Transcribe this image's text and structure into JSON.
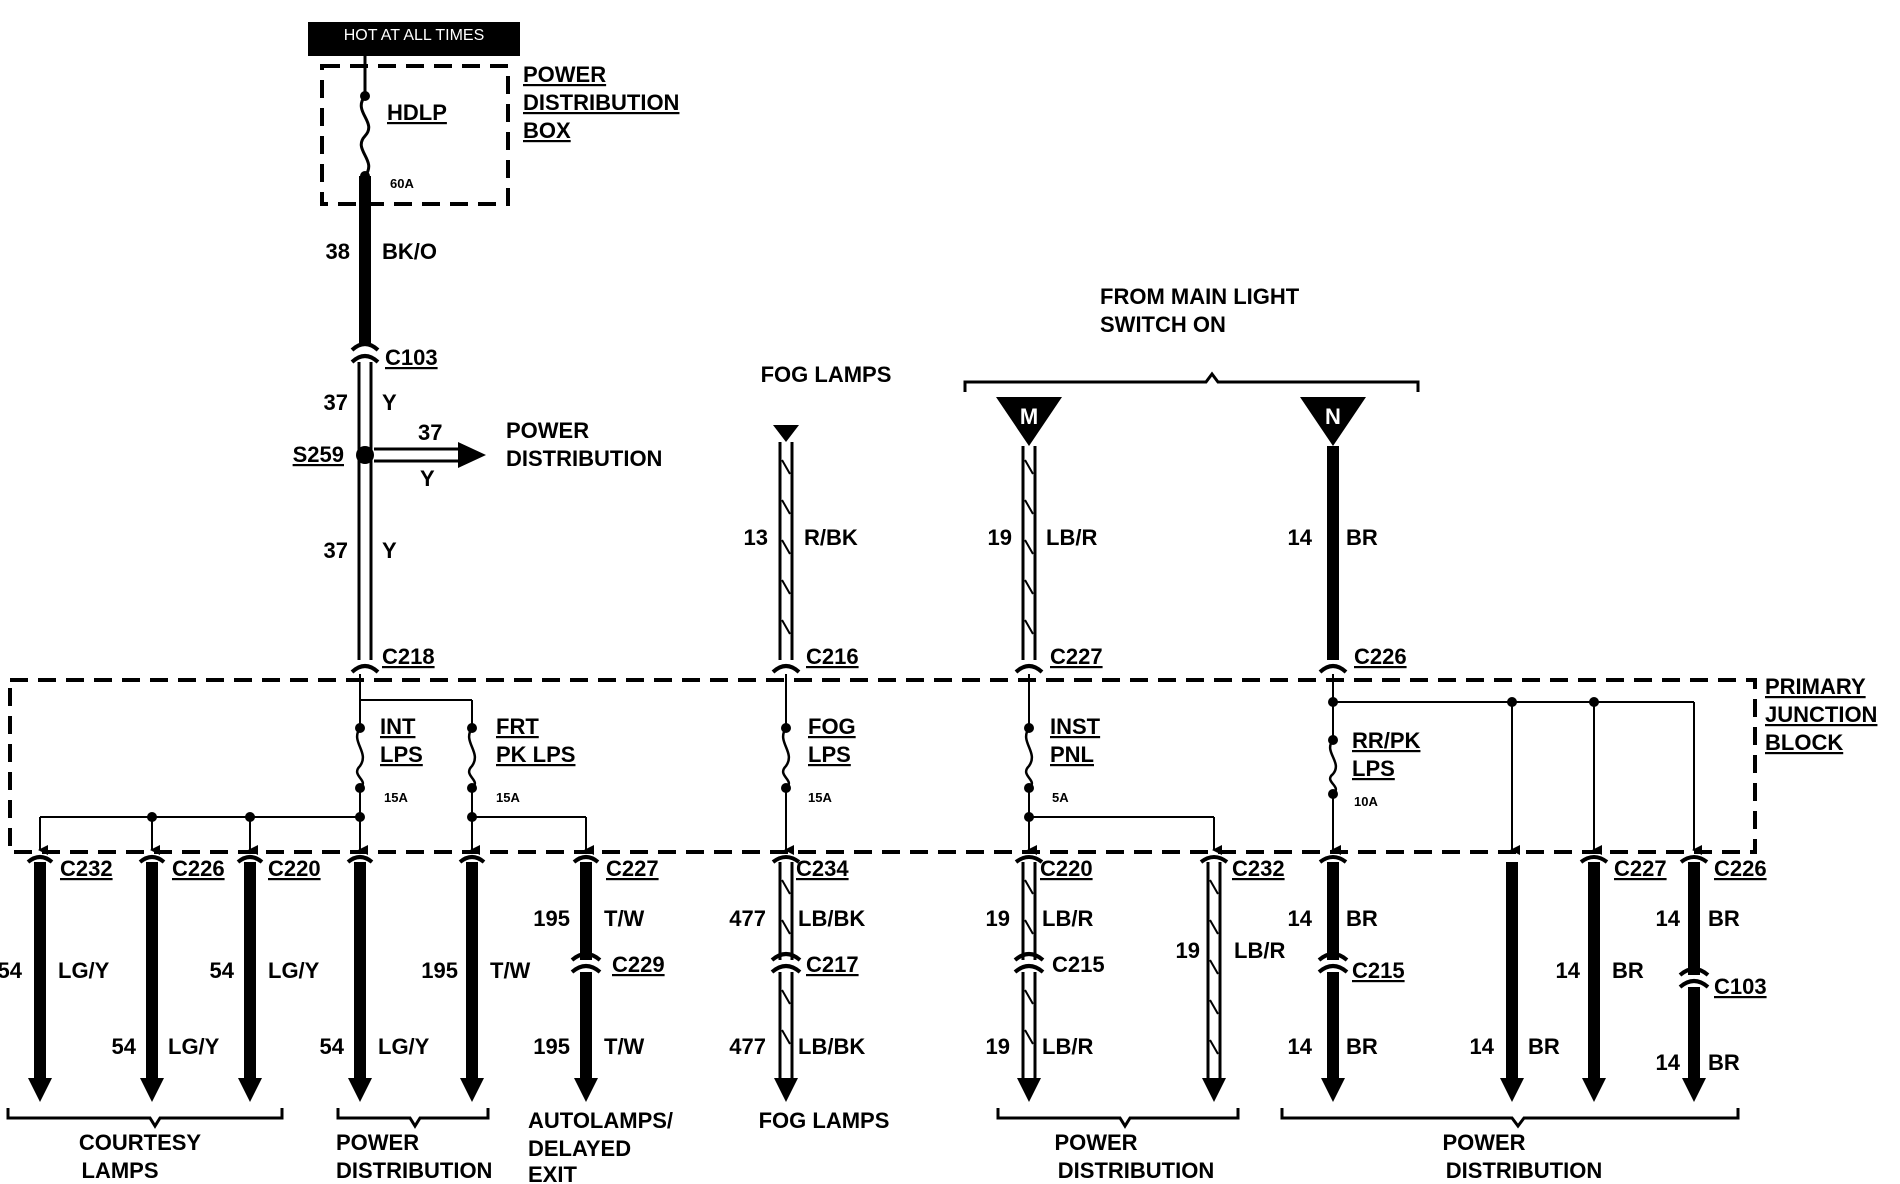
{
  "hot_bar": "HOT AT ALL TIMES",
  "pdb": {
    "title_lines": [
      "POWER",
      "DISTRIBUTION",
      "BOX"
    ],
    "fuse_name": "HDLP",
    "fuse_rating": "60A"
  },
  "top_wire": {
    "circuit": "38",
    "color": "BK/O"
  },
  "c103_top": "C103",
  "y_wire_upper": {
    "circuit": "37",
    "color": "Y"
  },
  "splice": "S259",
  "branch": {
    "circuit": "37",
    "color": "Y",
    "dest_lines": [
      "POWER",
      "DISTRIBUTION"
    ]
  },
  "y_wire_lower": {
    "circuit": "37",
    "color": "Y"
  },
  "fog_top": {
    "label": "FOG LAMPS",
    "circuit": "13",
    "color": "R/BK"
  },
  "main_light": {
    "label_lines": [
      "FROM MAIN LIGHT",
      "SWITCH ON"
    ],
    "m_marker": "M",
    "n_marker": "N",
    "m_wire": {
      "circuit": "19",
      "color": "LB/R"
    },
    "n_wire": {
      "circuit": "14",
      "color": "BR"
    }
  },
  "pjb": {
    "title_lines": [
      "PRIMARY",
      "JUNCTION",
      "BLOCK"
    ],
    "entry_connectors": [
      "C218",
      "C216",
      "C227",
      "C226"
    ],
    "fuses": [
      {
        "lines": [
          "INT",
          "LPS"
        ],
        "rating": "15A"
      },
      {
        "lines": [
          "FRT",
          "PK LPS"
        ],
        "rating": "15A"
      },
      {
        "lines": [
          "FOG",
          "LPS"
        ],
        "rating": "15A"
      },
      {
        "lines": [
          "INST",
          "PNL"
        ],
        "rating": "5A"
      },
      {
        "lines": [
          "RR/PK",
          "LPS"
        ],
        "rating": "10A"
      }
    ]
  },
  "outputs": {
    "courtesy": {
      "connectors": [
        "C232",
        "C226",
        "C220"
      ],
      "circuit_labels": [
        "54",
        "54",
        "54"
      ],
      "color": "LG/Y",
      "dest_lines": [
        "COURTESY",
        "LAMPS"
      ]
    },
    "int_out": {
      "circuit": "54",
      "color": "LG/Y"
    },
    "frt_out": {
      "circuit": "195",
      "color": "T/W"
    },
    "power_dist_1": [
      "POWER",
      "DISTRIBUTION"
    ],
    "auto": {
      "connector_1": "C227",
      "connector_2": "C229",
      "circuit": "195",
      "color": "T/W",
      "dest_lines": [
        "AUTOLAMPS/",
        "DELAYED",
        "EXIT"
      ]
    },
    "fog": {
      "connector_1": "C234",
      "connector_2": "C217",
      "circuit": "477",
      "color": "LB/BK",
      "dest": "FOG LAMPS"
    },
    "inst": {
      "connector_1": "C220",
      "connector_2": "C215",
      "connector_3": "C232",
      "circuit": "19",
      "color": "LB/R",
      "dest_lines": [
        "POWER",
        "DISTRIBUTION"
      ]
    },
    "rr": {
      "connector_1": "C215",
      "connector_2": "C227",
      "connector_3": "C226",
      "connector_4": "C103",
      "circuit": "14",
      "color": "BR",
      "dest_lines": [
        "POWER",
        "DISTRIBUTION"
      ]
    }
  }
}
